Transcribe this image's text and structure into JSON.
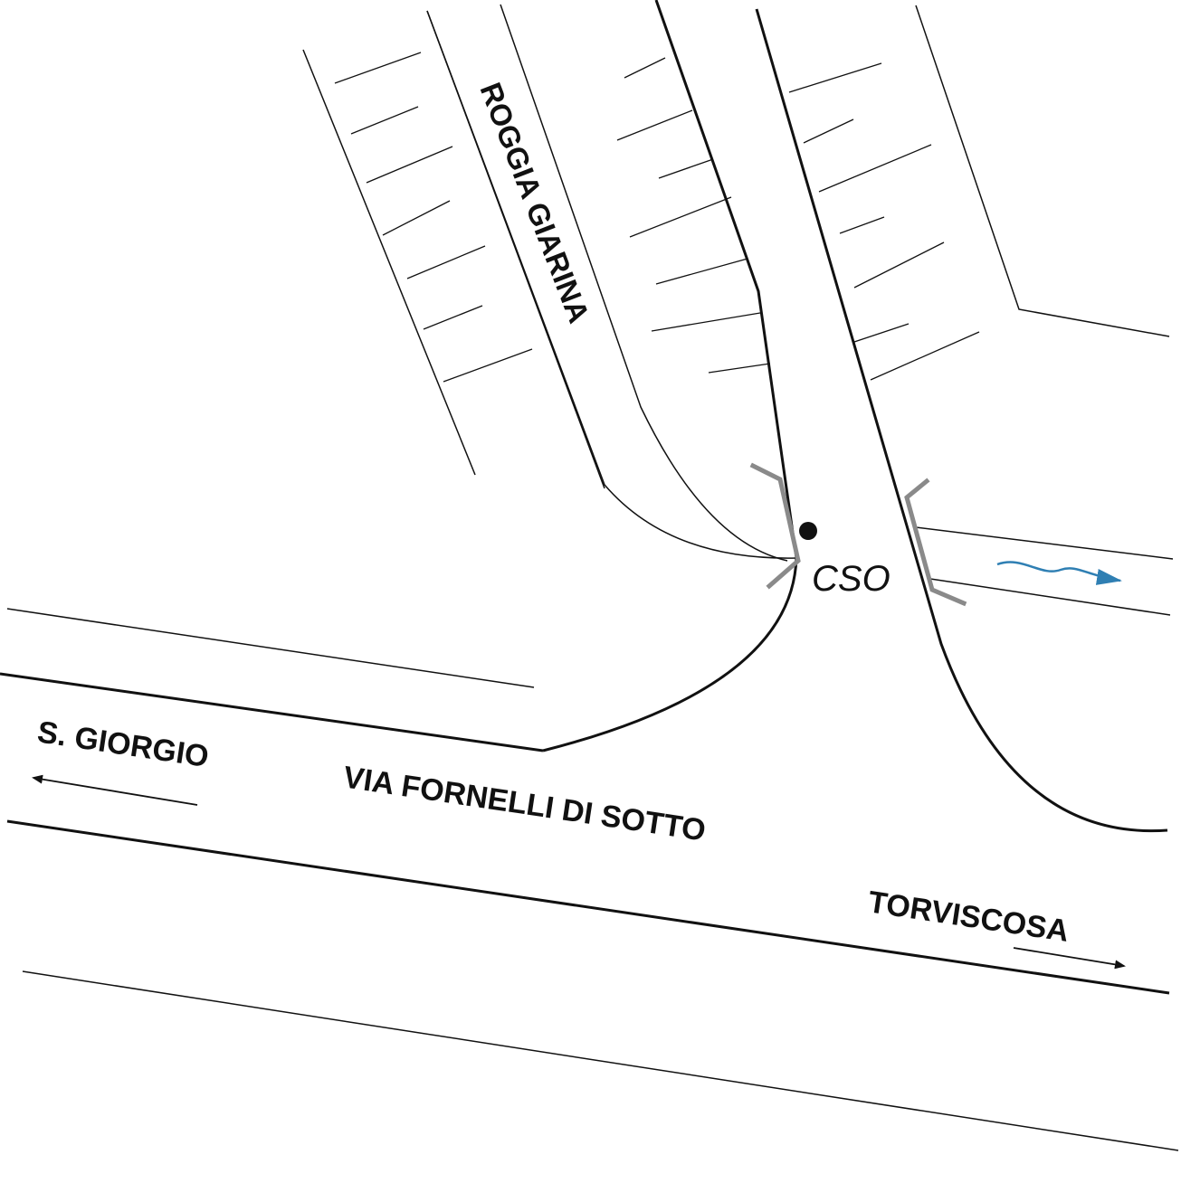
{
  "labels": {
    "canal": "ROGGIA GIARINA",
    "road": "VIA FORNELLI DI SOTTO",
    "left_direction": "S. GIORGIO",
    "right_direction": "TORVISCOSA",
    "outfall": "CSO"
  },
  "colors": {
    "line": "#111111",
    "structure_gray": "#8a8a8a",
    "flow_arrow": "#2f7fb3"
  },
  "icons": {
    "flow": "wavy-flow-arrow-icon",
    "direction_left": "arrow-left-icon",
    "direction_right": "arrow-right-icon",
    "point": "cso-point-icon"
  }
}
